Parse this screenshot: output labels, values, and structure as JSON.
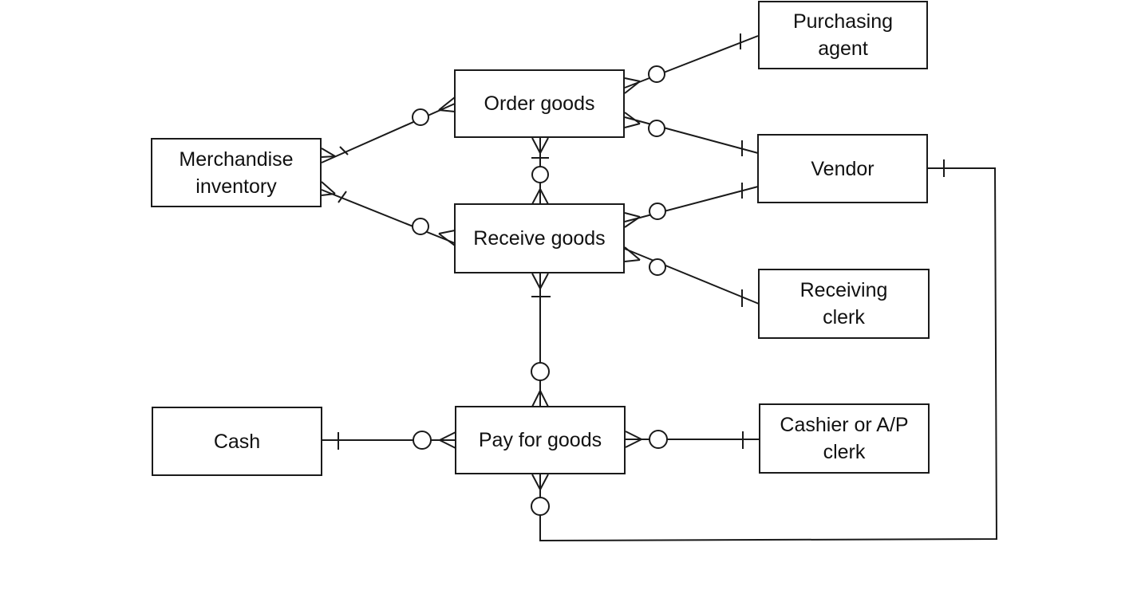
{
  "diagram": {
    "type": "entity-relationship (REA) diagram",
    "entities": [
      {
        "id": "purchasing_agent",
        "label": "Purchasing\nagent"
      },
      {
        "id": "order_goods",
        "label": "Order goods"
      },
      {
        "id": "merchandise_inventory",
        "label": "Merchandise\ninventory"
      },
      {
        "id": "vendor",
        "label": "Vendor"
      },
      {
        "id": "receive_goods",
        "label": "Receive goods"
      },
      {
        "id": "receiving_clerk",
        "label": "Receiving\nclerk"
      },
      {
        "id": "cash",
        "label": "Cash"
      },
      {
        "id": "pay_for_goods",
        "label": "Pay for goods"
      },
      {
        "id": "cashier_ap_clerk",
        "label": "Cashier or A/P\nclerk"
      }
    ],
    "relationships": [
      {
        "from": "merchandise_inventory",
        "from_card": "many",
        "to": "order_goods",
        "to_card": "zero-or-many",
        "note": "inventory side: one-or-many; order side: zero-or-many"
      },
      {
        "from": "merchandise_inventory",
        "from_card": "one-or-many",
        "to": "receive_goods",
        "to_card": "zero-or-many"
      },
      {
        "from": "order_goods",
        "from_card": "zero-or-many",
        "to": "purchasing_agent",
        "to_card": "one"
      },
      {
        "from": "order_goods",
        "from_card": "zero-or-many",
        "to": "vendor",
        "to_card": "one"
      },
      {
        "from": "order_goods",
        "from_card": "one-or-many",
        "to": "receive_goods",
        "to_card": "zero-or-many"
      },
      {
        "from": "receive_goods",
        "from_card": "zero-or-many",
        "to": "vendor",
        "to_card": "one"
      },
      {
        "from": "receive_goods",
        "from_card": "zero-or-many",
        "to": "receiving_clerk",
        "to_card": "one"
      },
      {
        "from": "receive_goods",
        "from_card": "one-or-many",
        "to": "pay_for_goods",
        "to_card": "zero-or-many"
      },
      {
        "from": "cash",
        "from_card": "one",
        "to": "pay_for_goods",
        "to_card": "zero-or-many"
      },
      {
        "from": "pay_for_goods",
        "from_card": "zero-or-many",
        "to": "cashier_ap_clerk",
        "to_card": "one"
      },
      {
        "from": "pay_for_goods",
        "from_card": "zero-or-many",
        "to": "vendor",
        "to_card": "one"
      }
    ]
  }
}
